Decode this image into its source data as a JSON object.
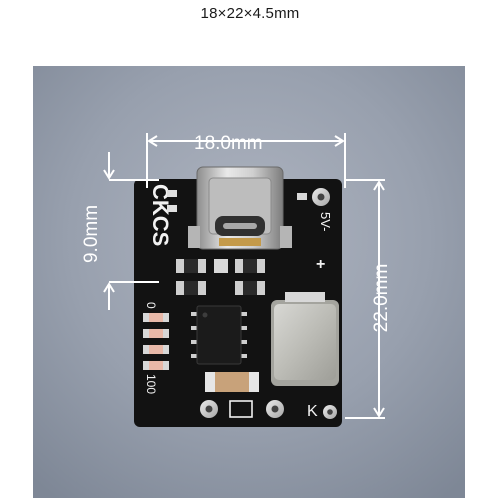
{
  "caption": "18×22×4.5mm",
  "dimensions": {
    "width_label": "18.0mm",
    "height_label": "22.0mm",
    "offset_label": "9.0mm"
  },
  "board": {
    "brand": "CKCS",
    "pad_label_voltage": "5V-",
    "pad_label_plus": "+",
    "led_label_top": "0",
    "led_label_bottom": "100",
    "pad_label_k": "K",
    "colors": {
      "pcb": "#121212",
      "background": "#8f98a8",
      "accent_lines": "#ffffff"
    }
  }
}
